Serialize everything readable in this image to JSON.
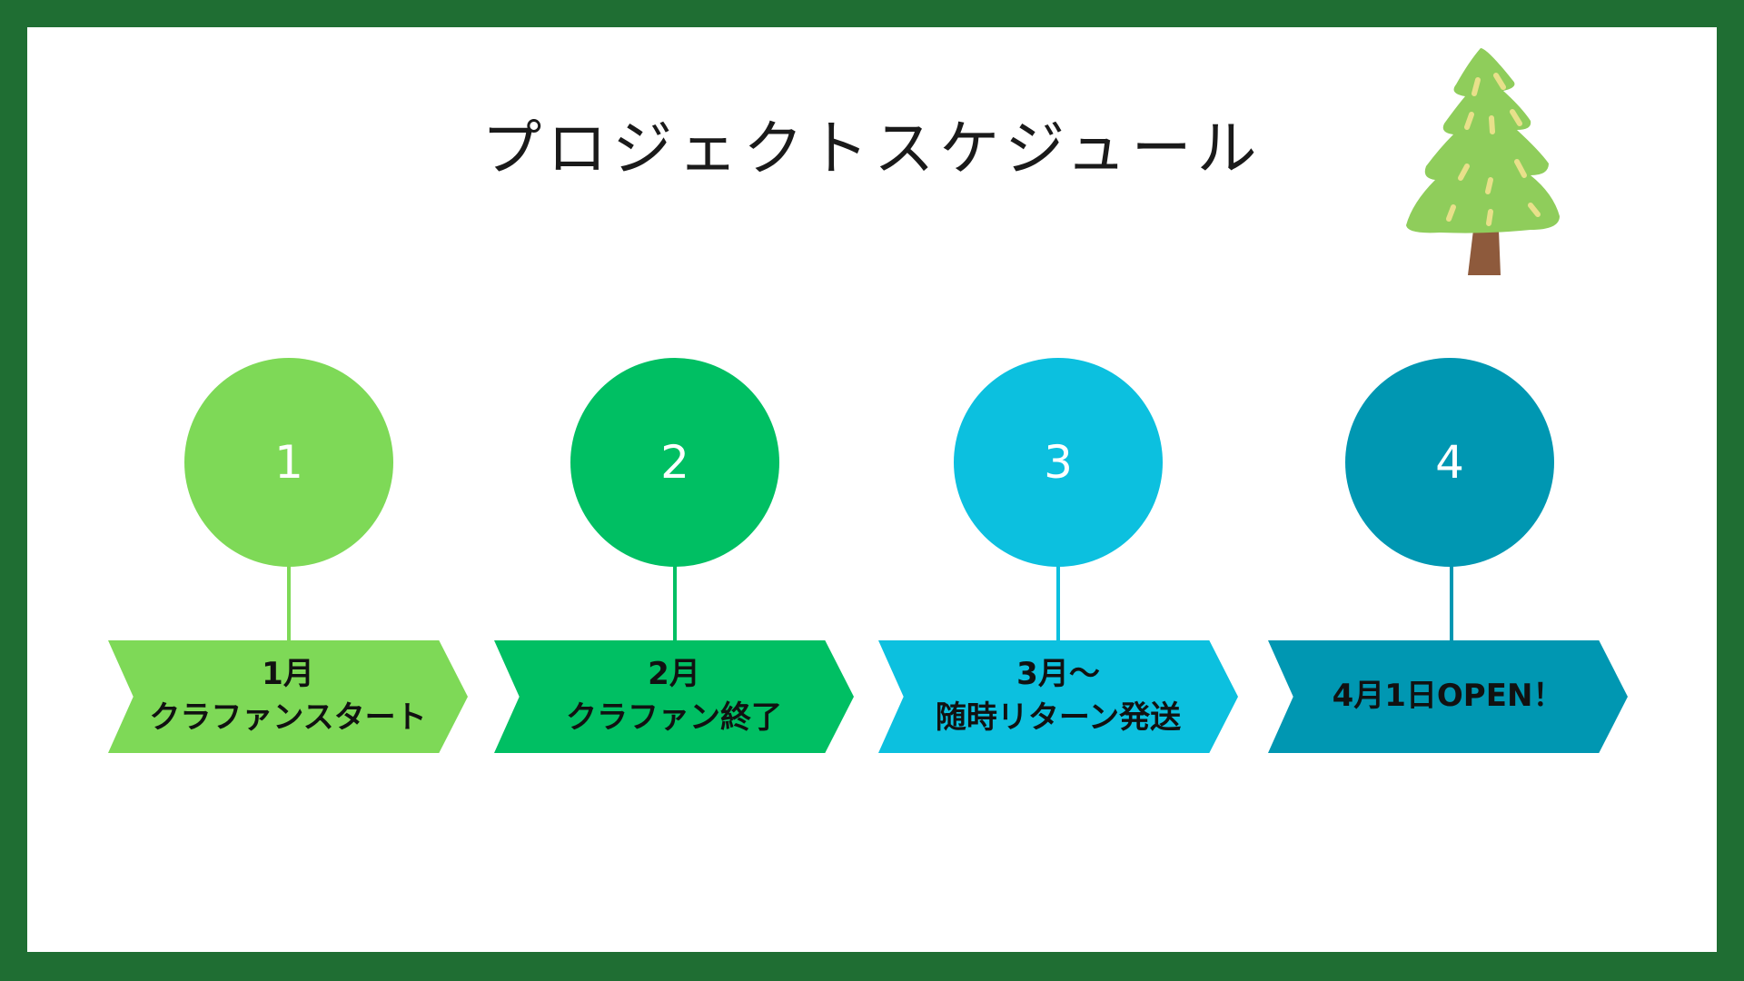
{
  "title": "プロジェクトスケジュール",
  "colors": {
    "border": "#1f6e33",
    "step1": "#7ed957",
    "step2": "#00bf63",
    "step3": "#0cc0df",
    "step4": "#0097b2"
  },
  "steps": [
    {
      "number": "1",
      "line1": "1月",
      "line2": "クラファンスタート"
    },
    {
      "number": "2",
      "line1": "2月",
      "line2": "クラファン終了"
    },
    {
      "number": "3",
      "line1": "3月〜",
      "line2": "随時リターン発送"
    },
    {
      "number": "4",
      "line1": "4月1日OPEN！",
      "line2": ""
    }
  ],
  "decoration": "tree-icon"
}
